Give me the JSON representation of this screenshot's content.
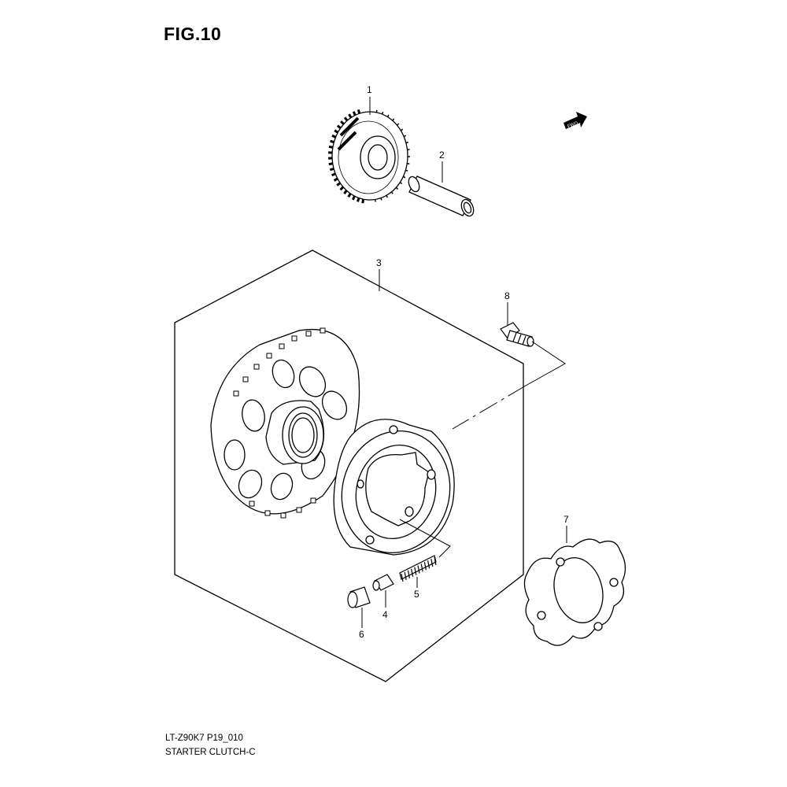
{
  "figure": {
    "title": "FIG.10"
  },
  "footer": {
    "model_code": "LT-Z90K7 P19_010",
    "caption": "STARTER CLUTCH-C"
  },
  "fwd_badge": "FWD",
  "callouts": [
    "1",
    "2",
    "3",
    "4",
    "5",
    "6",
    "7",
    "8"
  ]
}
